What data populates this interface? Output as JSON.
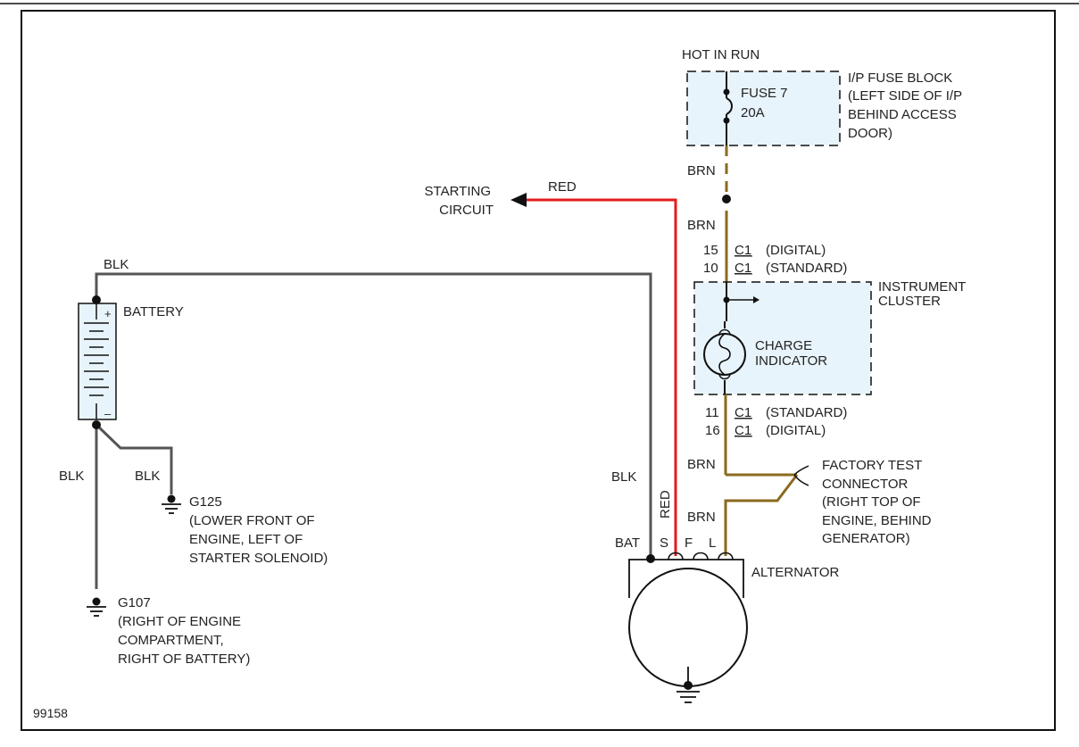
{
  "colors": {
    "wire_blk": "#555555",
    "wire_red": "#e51b1b",
    "wire_brn": "#8a6a1e",
    "component_fill": "#e8f4fb",
    "outline": "#111111"
  },
  "hot_in_run": "HOT IN RUN",
  "fuse_block": {
    "fuse_name": "FUSE 7",
    "fuse_rating": "20A",
    "location": [
      "I/P FUSE BLOCK",
      "(LEFT SIDE OF I/P",
      "BEHIND ACCESS",
      "DOOR)"
    ]
  },
  "starting_circuit": [
    "STARTING",
    "CIRCUIT"
  ],
  "wire_labels": {
    "red_top": "RED",
    "red_vertical": "RED",
    "brn_upper": "BRN",
    "brn_middle": "BRN",
    "brn_lower_1": "BRN",
    "brn_lower_2": "BRN",
    "blk_top": "BLK",
    "blk_left": "BLK",
    "blk_ground": "BLK",
    "blk_right": "BLK"
  },
  "connectors": {
    "top": [
      {
        "pin": "15",
        "connector": "C1",
        "note": "(DIGITAL)"
      },
      {
        "pin": "10",
        "connector": "C1",
        "note": "(STANDARD)"
      }
    ],
    "bottom": [
      {
        "pin": "11",
        "connector": "C1",
        "note": "(STANDARD)"
      },
      {
        "pin": "16",
        "connector": "C1",
        "note": "(DIGITAL)"
      }
    ]
  },
  "instrument_cluster": [
    "INSTRUMENT",
    "CLUSTER"
  ],
  "charge_indicator": [
    "CHARGE",
    "INDICATOR"
  ],
  "battery": {
    "label": "BATTERY",
    "plus": "+",
    "minus": "–"
  },
  "factory_test": [
    "FACTORY TEST",
    "CONNECTOR",
    "(RIGHT TOP OF",
    "ENGINE, BEHIND",
    "GENERATOR)"
  ],
  "g125": [
    "G125",
    "(LOWER FRONT OF",
    "ENGINE, LEFT OF",
    "STARTER SOLENOID)"
  ],
  "g107": [
    "G107",
    "(RIGHT OF ENGINE",
    "COMPARTMENT,",
    "RIGHT OF BATTERY)"
  ],
  "alternator": {
    "label": "ALTERNATOR",
    "terminals": [
      "BAT",
      "S",
      "F",
      "L"
    ]
  },
  "figure_id": "99158"
}
